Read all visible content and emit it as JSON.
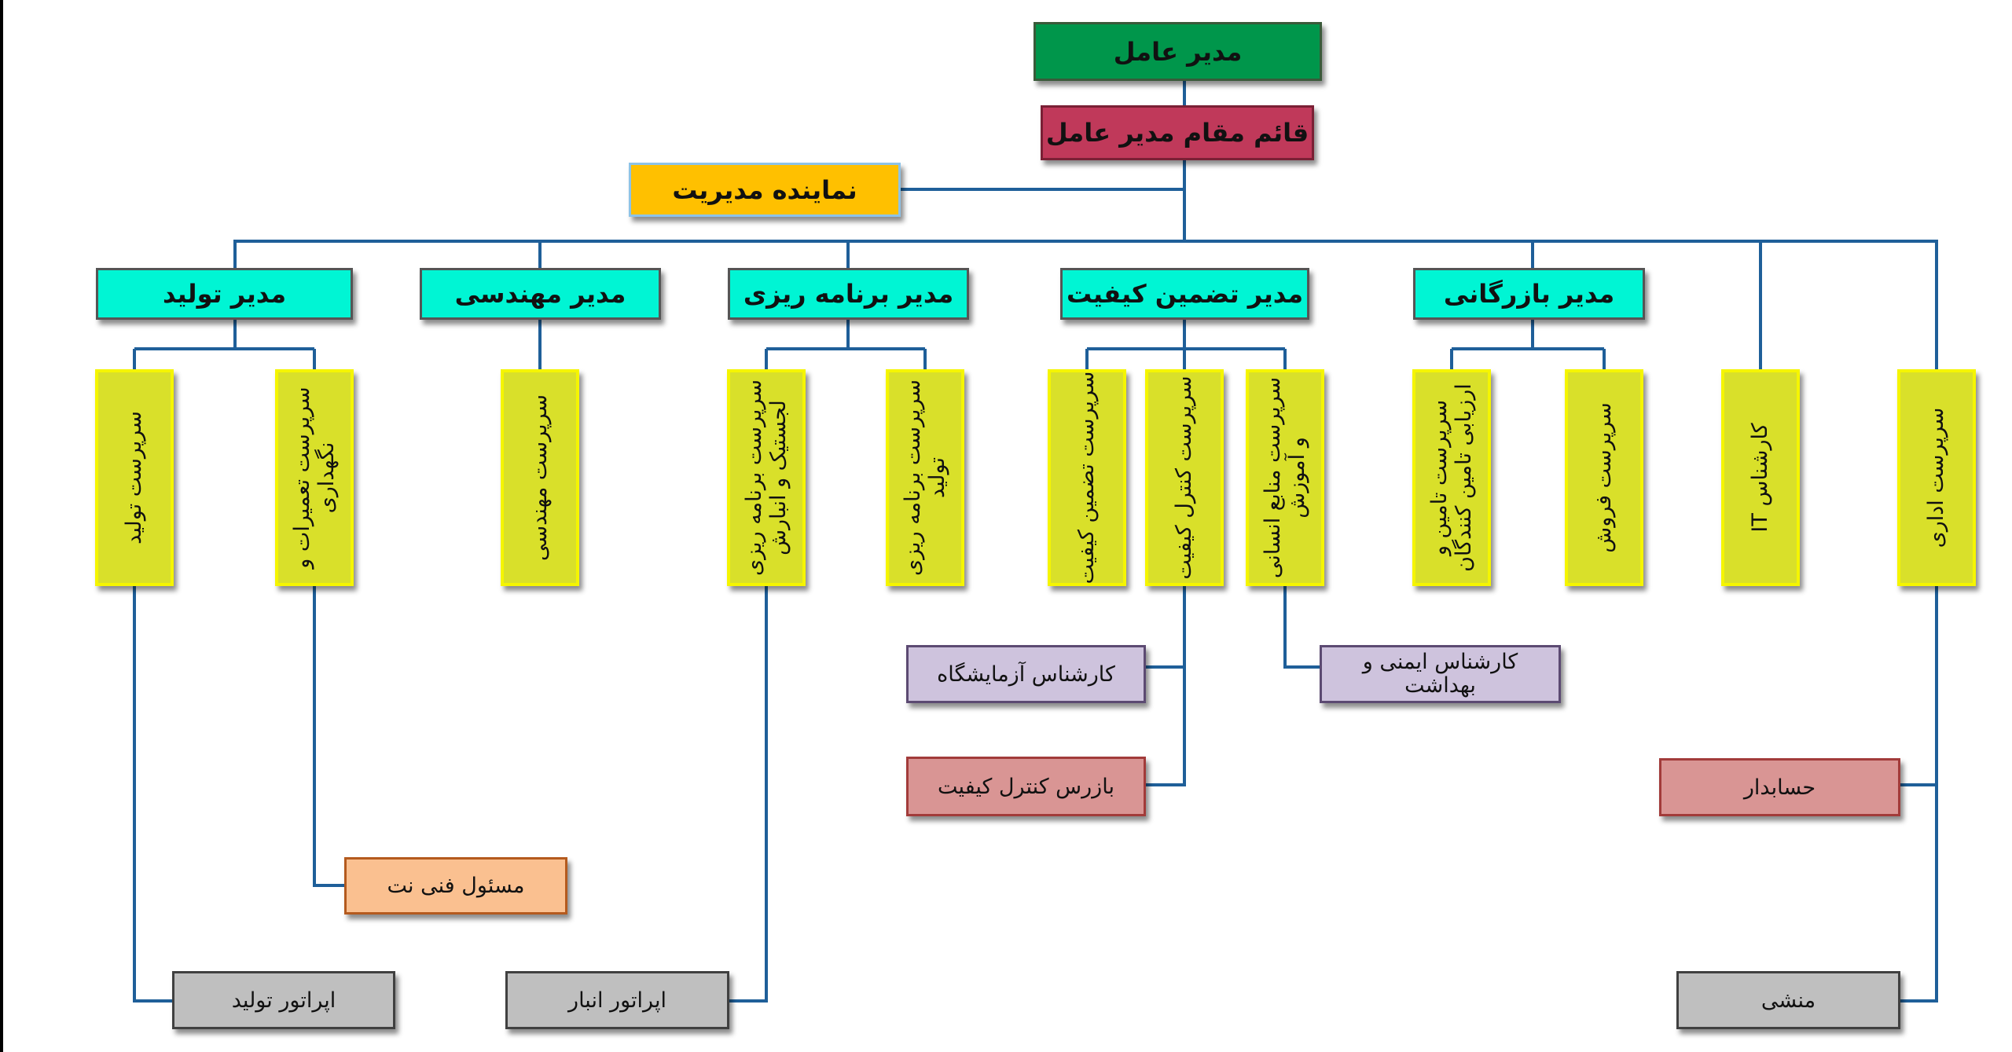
{
  "chart": {
    "ceo": "مدیر عامل",
    "deputy": "قائم مقام مدیر عامل",
    "representative": "نماینده مدیریت",
    "managers": {
      "production": "مدیر تولید",
      "engineering": "مدیر مهندسی",
      "planning": "مدیر برنامه ریزی",
      "qa": "مدیر تضمین کیفیت",
      "commerce": "مدیر بازرگانی"
    },
    "supervisors": {
      "production": "سرپرست تولید",
      "maintenance": "سرپرست تعمیرات و نگهداری",
      "engineering": "سرپرست مهندسی",
      "logistics": "سرپرست برنامه ریزی لجستیک و انبارش",
      "production_planning": "سرپرست برنامه ریزی تولید",
      "qa": "سرپرست تضمین کیفیت",
      "qc": "سرپرست کنترل کیفیت",
      "hr": "سرپرست منابع انسانی و آموزش",
      "supply": "سرپرست تامین و ارزیابی تامین کنندگان",
      "sales": "سرپرست فروش",
      "it": "کارشناس IT",
      "admin": "سرپرست اداری"
    },
    "staff": {
      "lab": "کارشناس آزمایشگاه",
      "safety": "کارشناس ایمنی و بهداشت",
      "inspector": "بازرس کنترل کیفیت",
      "accountant": "حسابدار",
      "maintenance_tech": "مسئول فنی نت",
      "production_operator": "اپراتور تولید",
      "warehouse_operator": "اپراتور انبار",
      "secretary": "منشی"
    }
  },
  "colors": {
    "line": "#1F5F99",
    "ceo": "#00964B",
    "deputy": "#C0395A",
    "representative": "#FFC000",
    "manager": "#00F5D4",
    "supervisor": "#D9E02A"
  }
}
